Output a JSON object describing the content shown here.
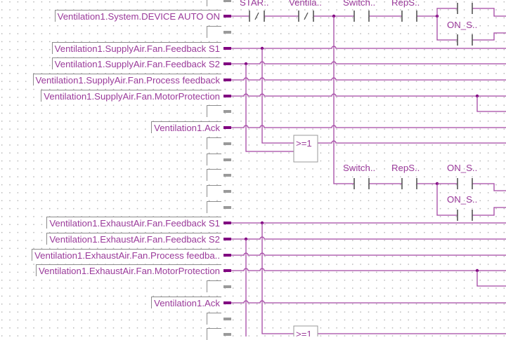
{
  "inputs_top": [
    {
      "label": "",
      "row": 0
    },
    {
      "label": "Ventilation1.System.DEVICE  AUTO  ON",
      "row": 1
    },
    {
      "label": "",
      "row": 2
    },
    {
      "label": "Ventilation1.SupplyAir.Fan.Feedback  S1",
      "row": 3
    },
    {
      "label": "Ventilation1.SupplyAir.Fan.Feedback  S2",
      "row": 4
    },
    {
      "label": "Ventilation1.SupplyAir.Fan.Process  feedback ",
      "row": 5
    },
    {
      "label": "Ventilation1.SupplyAir.Fan.MotorProtection  ",
      "row": 6
    },
    {
      "label": "",
      "row": 7
    },
    {
      "label": "Ventilation1.Ack",
      "row": 8
    },
    {
      "label": "",
      "row": 9
    },
    {
      "label": "",
      "row": 10
    },
    {
      "label": "",
      "row": 11
    },
    {
      "label": "",
      "row": 12
    },
    {
      "label": "",
      "row": 13
    }
  ],
  "inputs_bottom": [
    {
      "label": "Ventilation1.ExhaustAir.Fan.Feedback  S1",
      "row": 14
    },
    {
      "label": "Ventilation1.ExhaustAir.Fan.Feedback  S2",
      "row": 15
    },
    {
      "label": "Ventilation1.ExhaustAir.Fan.Process  feedba..",
      "row": 16
    },
    {
      "label": "Ventilation1.ExhaustAir.Fan.MotorProtection",
      "row": 17
    },
    {
      "label": "",
      "row": 18
    },
    {
      "label": "Ventilation1.Ack",
      "row": 19
    },
    {
      "label": "",
      "row": 20
    },
    {
      "label": "",
      "row": 21
    }
  ],
  "contacts": {
    "star": "STAR..",
    "ventila": "Ventila..",
    "switch1": "Switch..",
    "reps1": "RepS..",
    "on_s1": "ON_S..",
    "switch2": "Switch..",
    "reps2": "RepS..",
    "on_s2a": "ON_S..",
    "on_s2b": "ON_S.."
  },
  "or_block": ">=1",
  "colors": {
    "wire": "#a448a4",
    "text": "#9a3a9a",
    "stub": "#800080"
  }
}
